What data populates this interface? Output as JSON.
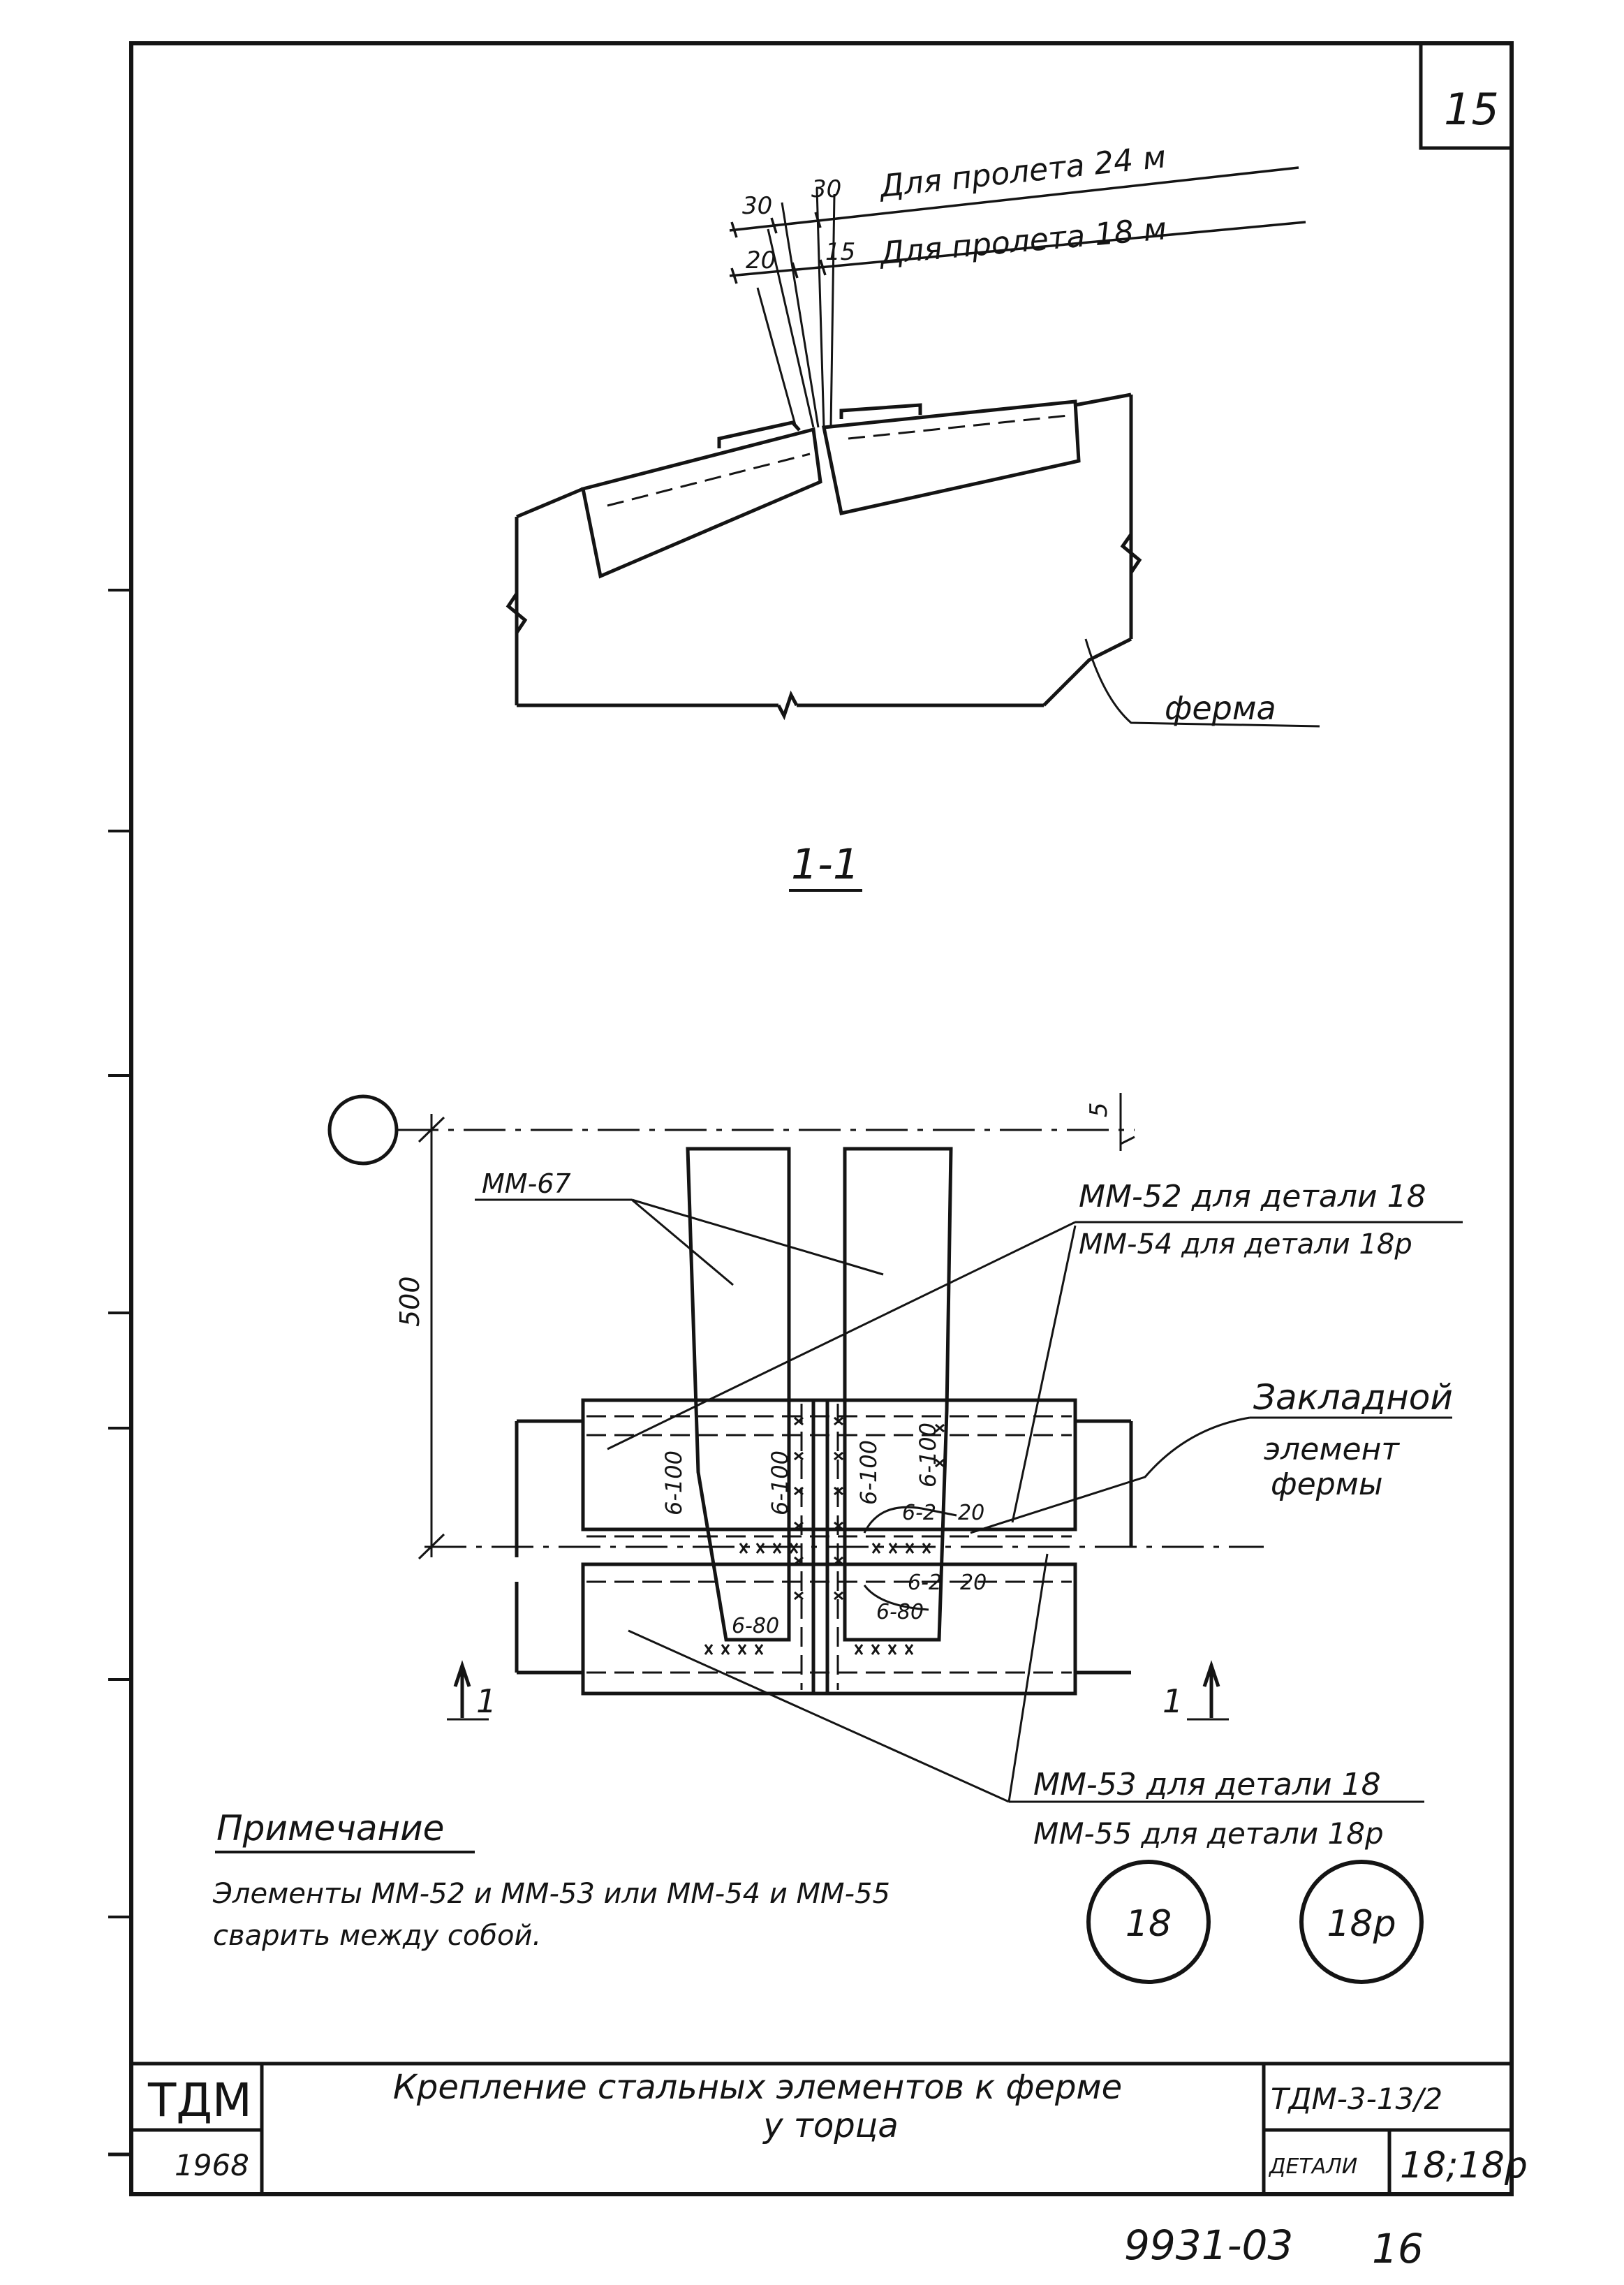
{
  "sheet": {
    "page_number": "15",
    "section_label": "1-1"
  },
  "top_view": {
    "dims": [
      "30",
      "30",
      "20",
      "15"
    ],
    "span_24_label": "Для пролета 24 м",
    "span_18_label": "Для пролета 18 м",
    "truss_label": "ферма"
  },
  "plan_view": {
    "height_dim": "500",
    "small_dim": "5",
    "mm67_label": "ММ-67",
    "mm52_label": "ММ-52 для детали 18",
    "mm54_label": "ММ-54 для детали 18р",
    "embedded_line1": "Закладной",
    "embedded_line2": "элемент",
    "embedded_line3": "фермы",
    "mm53_label": "ММ-53 для детали 18",
    "mm55_label": "ММ-55 для детали 18р",
    "weld_labels": [
      "6-100",
      "6-100",
      "6-100",
      "6-100",
      "6-2",
      "20",
      "6-2",
      "20",
      "6-80",
      "6-80"
    ],
    "section_mark": "1"
  },
  "note": {
    "title": "Примечание",
    "line1": "Элементы ММ-52 и ММ-53 или ММ-54 и ММ-55",
    "line2": "сварить между собой."
  },
  "detail_circles": [
    "18",
    "18р"
  ],
  "title_block": {
    "org": "ТДМ",
    "year": "1968",
    "title_line1": "Крепление стальных элементов к ферме",
    "title_line2": "у торца",
    "doc_code": "ТДМ-3-13/2",
    "details_label": "ДЕТАЛИ",
    "details_value": "18;18р"
  },
  "footer": {
    "number": "9931-03",
    "page": "16"
  }
}
